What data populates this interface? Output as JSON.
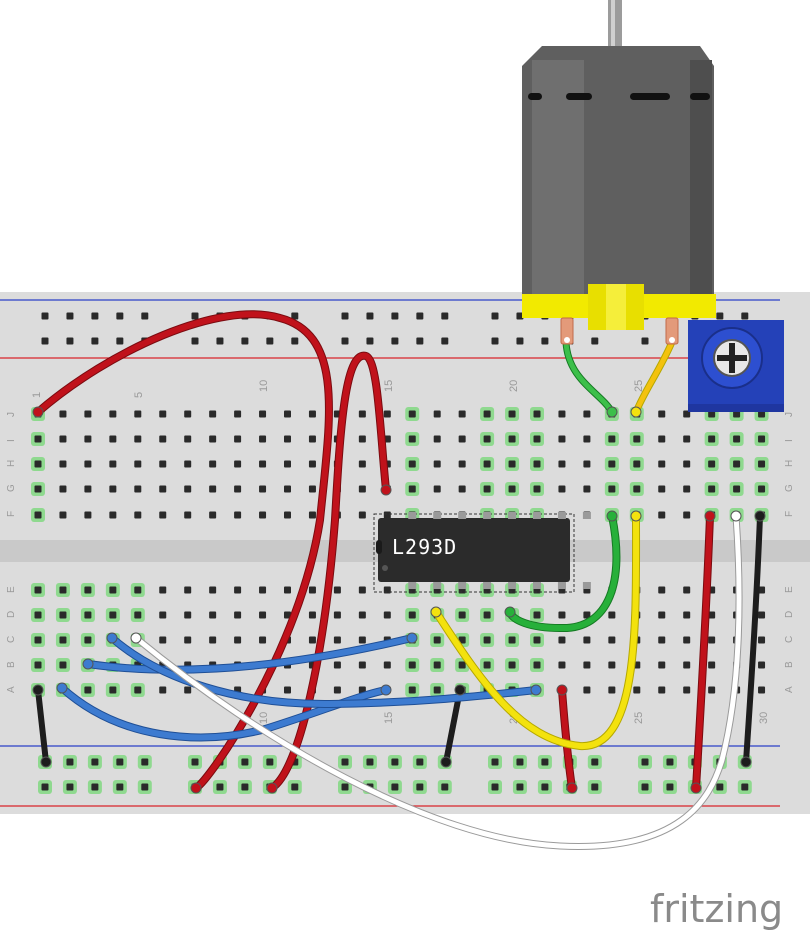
{
  "chip": {
    "label": "L293D"
  },
  "brand": {
    "label": "fritzing"
  },
  "breadboard": {
    "column_numbers_top": [
      "1",
      "5",
      "10",
      "15",
      "20",
      "25"
    ],
    "column_numbers_bottom": [
      "10",
      "15",
      "20",
      "25",
      "30"
    ],
    "row_letters_top": [
      "J",
      "I",
      "H",
      "G",
      "F"
    ],
    "row_letters_bottom": [
      "E",
      "D",
      "C",
      "B",
      "A"
    ]
  },
  "colors": {
    "wire_red": "#c0121b",
    "wire_blue": "#3d7bd0",
    "wire_green": "#27b03a",
    "wire_yellow": "#f3e20e",
    "wire_white": "#ffffff",
    "wire_black": "#1d1d1d",
    "rail_red": "#d9242b",
    "rail_blue": "#2b3fc7",
    "motor_body": "#5f5f5f",
    "motor_mount": "#f2ea00",
    "pot_body": "#2441b8"
  },
  "components": [
    "dc-motor",
    "potentiometer",
    "l293d-chip",
    "breadboard"
  ]
}
